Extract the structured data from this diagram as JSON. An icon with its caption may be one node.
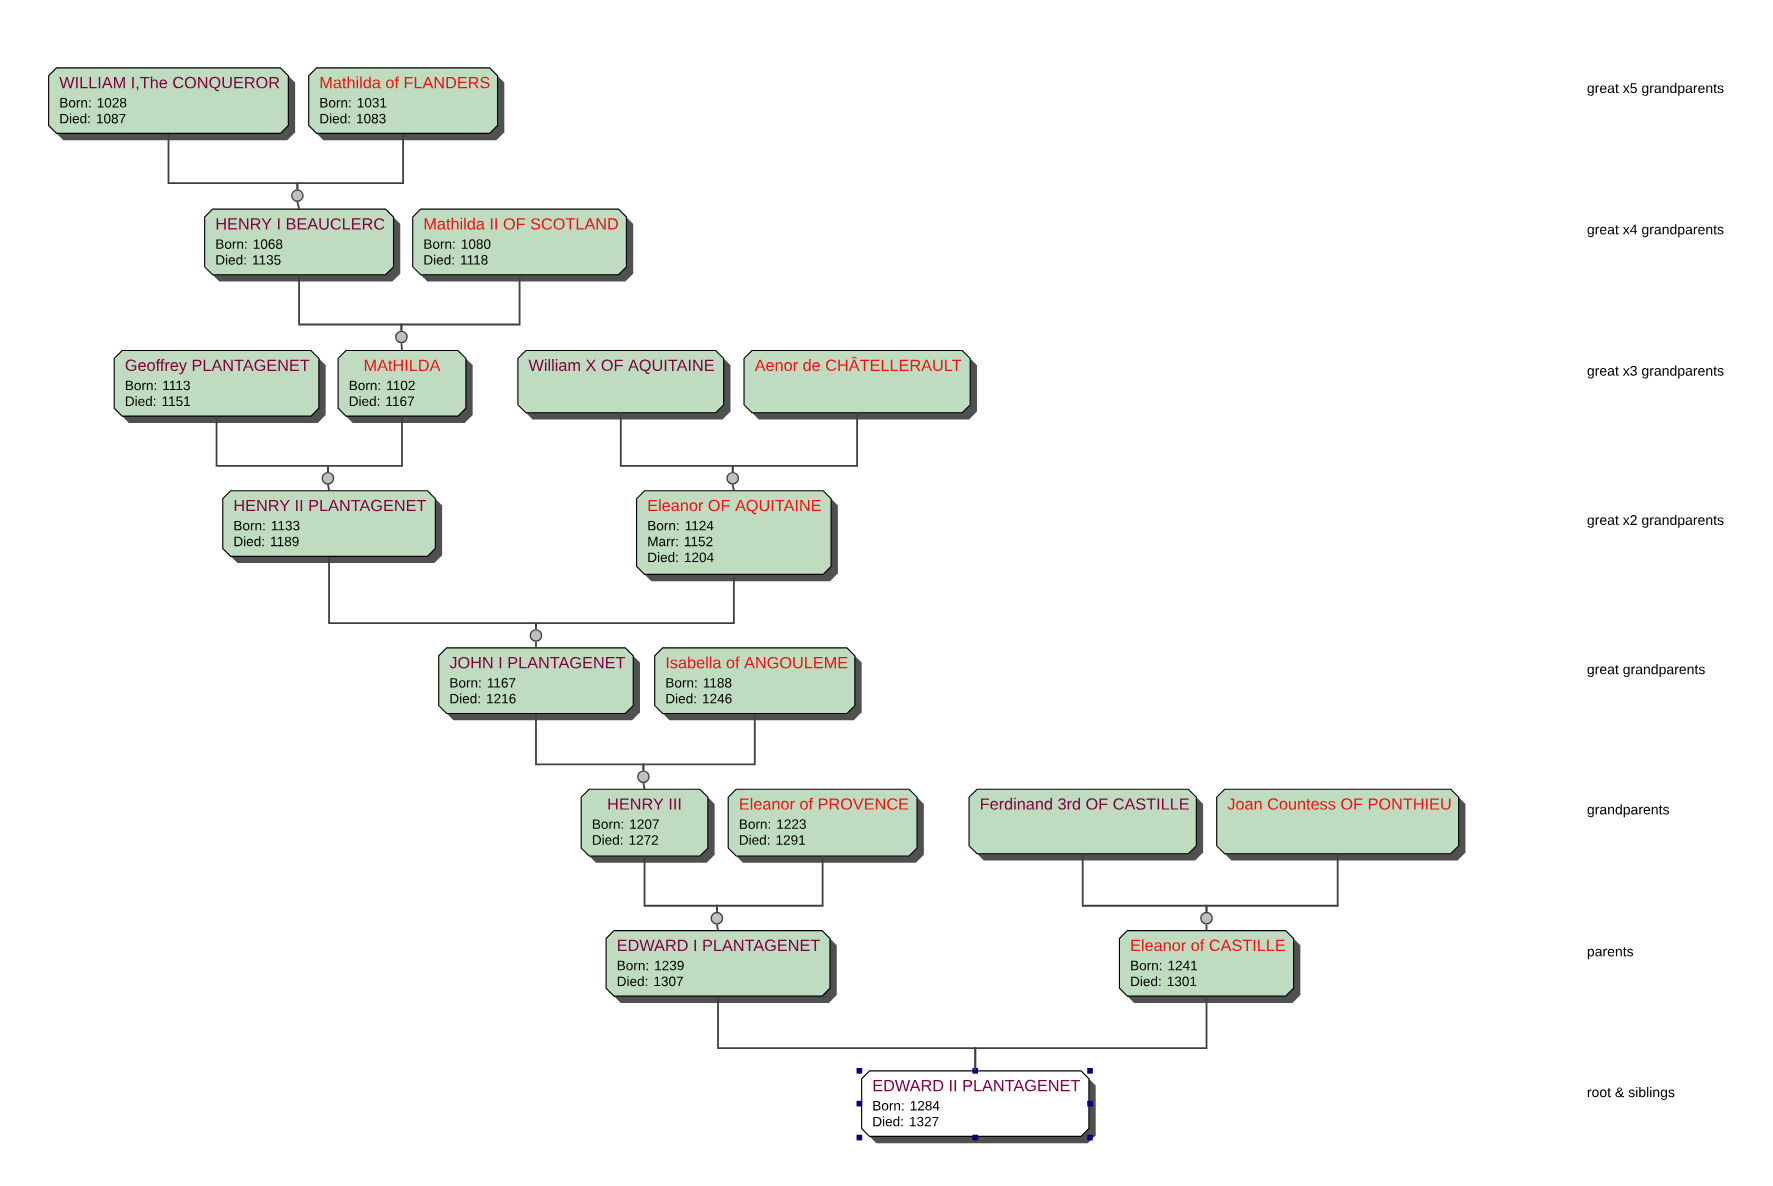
{
  "diagram": {
    "nodes": [
      {
        "text": [
          "WILLIAM I,The CONQUEROR",
          "Born: 1028",
          "Died: 1087"
        ]
      },
      {
        "text": [
          "Mathilda of FLANDERS",
          "Born: 1031",
          "Died: 1083"
        ]
      },
      {
        "text": [],
        "shape": "circle"
      },
      {
        "text": [
          "HENRY I BEAUCLERC",
          "Born: 1068",
          "Died: 1135"
        ]
      },
      {
        "text": [
          "Mathilda II OF SCOTLAND",
          "Born: 1080",
          "Died: 1118"
        ]
      },
      {
        "text": [],
        "shape": "circle"
      },
      {
        "text": [
          "Geoffrey PLANTAGENET",
          "Born: 1113",
          "Died: 1151"
        ]
      },
      {
        "text": [
          "MAtHILDA",
          "Born: 1102",
          "Died: 1167"
        ]
      },
      {
        "text": [
          "William X OF AQUITAINE"
        ]
      },
      {
        "text": [
          "Aenor de CHÂTELLERAULT"
        ]
      },
      {
        "text": [],
        "shape": "circle"
      },
      {
        "text": [],
        "shape": "circle"
      },
      {
        "text": [
          "HENRY II PLANTAGENET",
          "Born: 1133",
          "Died: 1189"
        ]
      },
      {
        "text": [
          "Eleanor OF AQUITAINE",
          "Born: 1124",
          "Marr: 1152",
          "Died: 1204"
        ]
      },
      {
        "text": [],
        "shape": "circle"
      },
      {
        "text": [
          "JOHN I PLANTAGENET",
          "Born: 1167",
          "Died: 1216"
        ]
      },
      {
        "text": [
          "Isabella of ANGOULEME",
          "Born: 1188",
          "Died: 1246"
        ]
      },
      {
        "text": [],
        "shape": "circle"
      },
      {
        "text": [
          "HENRY III",
          "Born: 1207",
          "Died: 1272"
        ]
      },
      {
        "text": [
          "Eleanor of PROVENCE",
          "Born: 1223",
          "Died: 1291"
        ]
      },
      {
        "text": [
          "Ferdinand 3rd OF CASTILLE"
        ]
      },
      {
        "text": [
          "Joan Countess OF PONTHIEU"
        ]
      },
      {
        "text": [],
        "shape": "circle"
      },
      {
        "text": [],
        "shape": "circle"
      },
      {
        "text": [
          "EDWARD I PLANTAGENET",
          "Born: 1239",
          "Died: 1307"
        ]
      },
      {
        "text": [
          "Eleanor of CASTILLE",
          "Born: 1241",
          "Died: 1301"
        ]
      },
      {
        "text": [
          "EDWARD II PLANTAGENET",
          "Born: 1284",
          "Died: 1327"
        ]
      }
    ],
    "edges": [
      {
        "from": 0,
        "to": 2,
        "arrow": "none"
      },
      {
        "from": 1,
        "to": 2,
        "arrow": "none"
      },
      {
        "from": 2,
        "to": 3,
        "arrow": "none"
      },
      {
        "from": 3,
        "to": 5,
        "arrow": "none"
      },
      {
        "from": 4,
        "to": 5,
        "arrow": "none"
      },
      {
        "from": 5,
        "to": 7,
        "arrow": "none"
      },
      {
        "from": 6,
        "to": 10,
        "arrow": "none"
      },
      {
        "from": 7,
        "to": 10,
        "arrow": "none"
      },
      {
        "from": 10,
        "to": 12,
        "arrow": "none"
      },
      {
        "from": 8,
        "to": 11,
        "arrow": "none"
      },
      {
        "from": 9,
        "to": 11,
        "arrow": "none"
      },
      {
        "from": 11,
        "to": 13,
        "arrow": "none"
      },
      {
        "from": 12,
        "to": 14,
        "arrow": "none"
      },
      {
        "from": 13,
        "to": 14,
        "arrow": "none"
      },
      {
        "from": 14,
        "to": 15,
        "arrow": "none"
      },
      {
        "from": 15,
        "to": 17,
        "arrow": "none"
      },
      {
        "from": 16,
        "to": 17,
        "arrow": "none"
      },
      {
        "from": 17,
        "to": 18,
        "arrow": "none"
      },
      {
        "from": 18,
        "to": 22,
        "arrow": "none"
      },
      {
        "from": 19,
        "to": 22,
        "arrow": "none"
      },
      {
        "from": 22,
        "to": 24,
        "arrow": "none"
      },
      {
        "from": 20,
        "to": 23,
        "arrow": "none"
      },
      {
        "from": 21,
        "to": 23,
        "arrow": "none"
      },
      {
        "from": 23,
        "to": 25,
        "arrow": "none"
      },
      {
        "from": 24,
        "to": 26,
        "arrow": "none"
      },
      {
        "from": 25,
        "to": 26,
        "arrow": "none"
      }
    ],
    "labels": [
      "great x5 grandparents",
      "great x4 grandparents",
      "great x3 grandparents",
      "great x2 grandparents",
      "great grandparents",
      "grandparents",
      "parents",
      "root & siblings"
    ]
  }
}
